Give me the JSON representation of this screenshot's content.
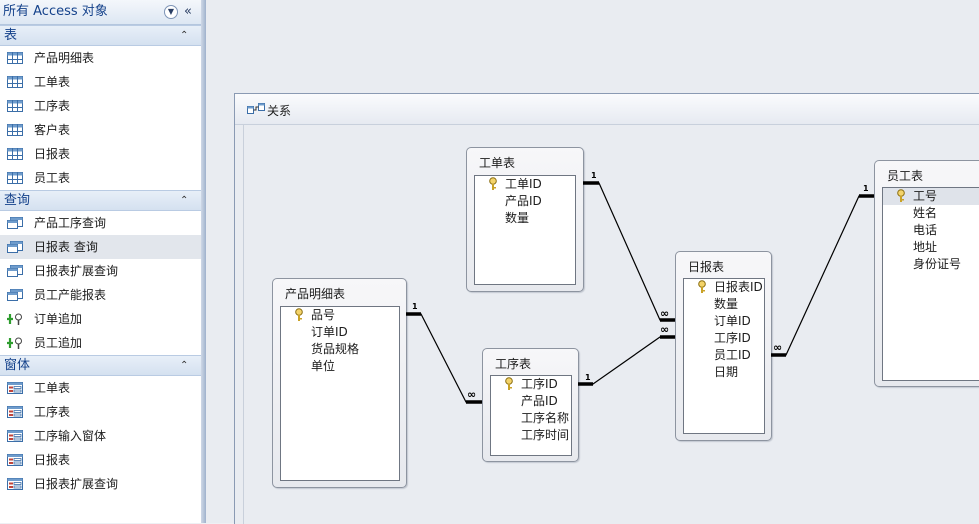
{
  "nav": {
    "title": "所有 Access 对象",
    "dropdown_icon": "dropdown-circle-icon",
    "collapse_glyph": "«",
    "groups": [
      {
        "label": "表",
        "items": [
          {
            "label": "产品明细表",
            "icon": "table-icon"
          },
          {
            "label": "工单表",
            "icon": "table-icon"
          },
          {
            "label": "工序表",
            "icon": "table-icon"
          },
          {
            "label": "客户表",
            "icon": "table-icon"
          },
          {
            "label": "日报表",
            "icon": "table-icon"
          },
          {
            "label": "员工表",
            "icon": "table-icon"
          }
        ]
      },
      {
        "label": "查询",
        "items": [
          {
            "label": "产品工序查询",
            "icon": "select-query-icon"
          },
          {
            "label": "日报表 查询",
            "icon": "select-query-icon",
            "selected": true
          },
          {
            "label": "日报表扩展查询",
            "icon": "select-query-icon"
          },
          {
            "label": "员工产能报表",
            "icon": "select-query-icon"
          },
          {
            "label": "订单追加",
            "icon": "append-query-icon"
          },
          {
            "label": "员工追加",
            "icon": "append-query-icon"
          }
        ]
      },
      {
        "label": "窗体",
        "items": [
          {
            "label": "工单表",
            "icon": "form-icon"
          },
          {
            "label": "工序表",
            "icon": "form-icon"
          },
          {
            "label": "工序输入窗体",
            "icon": "form-icon"
          },
          {
            "label": "日报表",
            "icon": "form-icon"
          },
          {
            "label": "日报表扩展查询",
            "icon": "form-icon"
          }
        ]
      }
    ]
  },
  "relationships": {
    "title": "关系",
    "tables": [
      {
        "name": "工单表",
        "fields": [
          {
            "name": "工单ID",
            "key": true
          },
          {
            "name": "产品ID"
          },
          {
            "name": "数量"
          }
        ]
      },
      {
        "name": "产品明细表",
        "fields": [
          {
            "name": "品号",
            "key": true
          },
          {
            "name": "订单ID"
          },
          {
            "name": "货品规格"
          },
          {
            "name": "单位"
          }
        ]
      },
      {
        "name": "工序表",
        "fields": [
          {
            "name": "工序ID",
            "key": true
          },
          {
            "name": "产品ID"
          },
          {
            "name": "工序名称"
          },
          {
            "name": "工序时间"
          }
        ]
      },
      {
        "name": "日报表",
        "fields": [
          {
            "name": "日报表ID",
            "key": true
          },
          {
            "name": "数量"
          },
          {
            "name": "订单ID"
          },
          {
            "name": "工序ID"
          },
          {
            "name": "员工ID"
          },
          {
            "name": "日期"
          }
        ]
      },
      {
        "name": "员工表",
        "fields": [
          {
            "name": "工号",
            "key": true
          },
          {
            "name": "姓名"
          },
          {
            "name": "电话"
          },
          {
            "name": "地址"
          },
          {
            "name": "身份证号"
          }
        ]
      }
    ],
    "one_label": "1",
    "many_label": "∞"
  },
  "colors": {
    "accent": "#15428b",
    "nav_bg": "#ffffff",
    "canvas_bg": "#e9ecf1"
  }
}
